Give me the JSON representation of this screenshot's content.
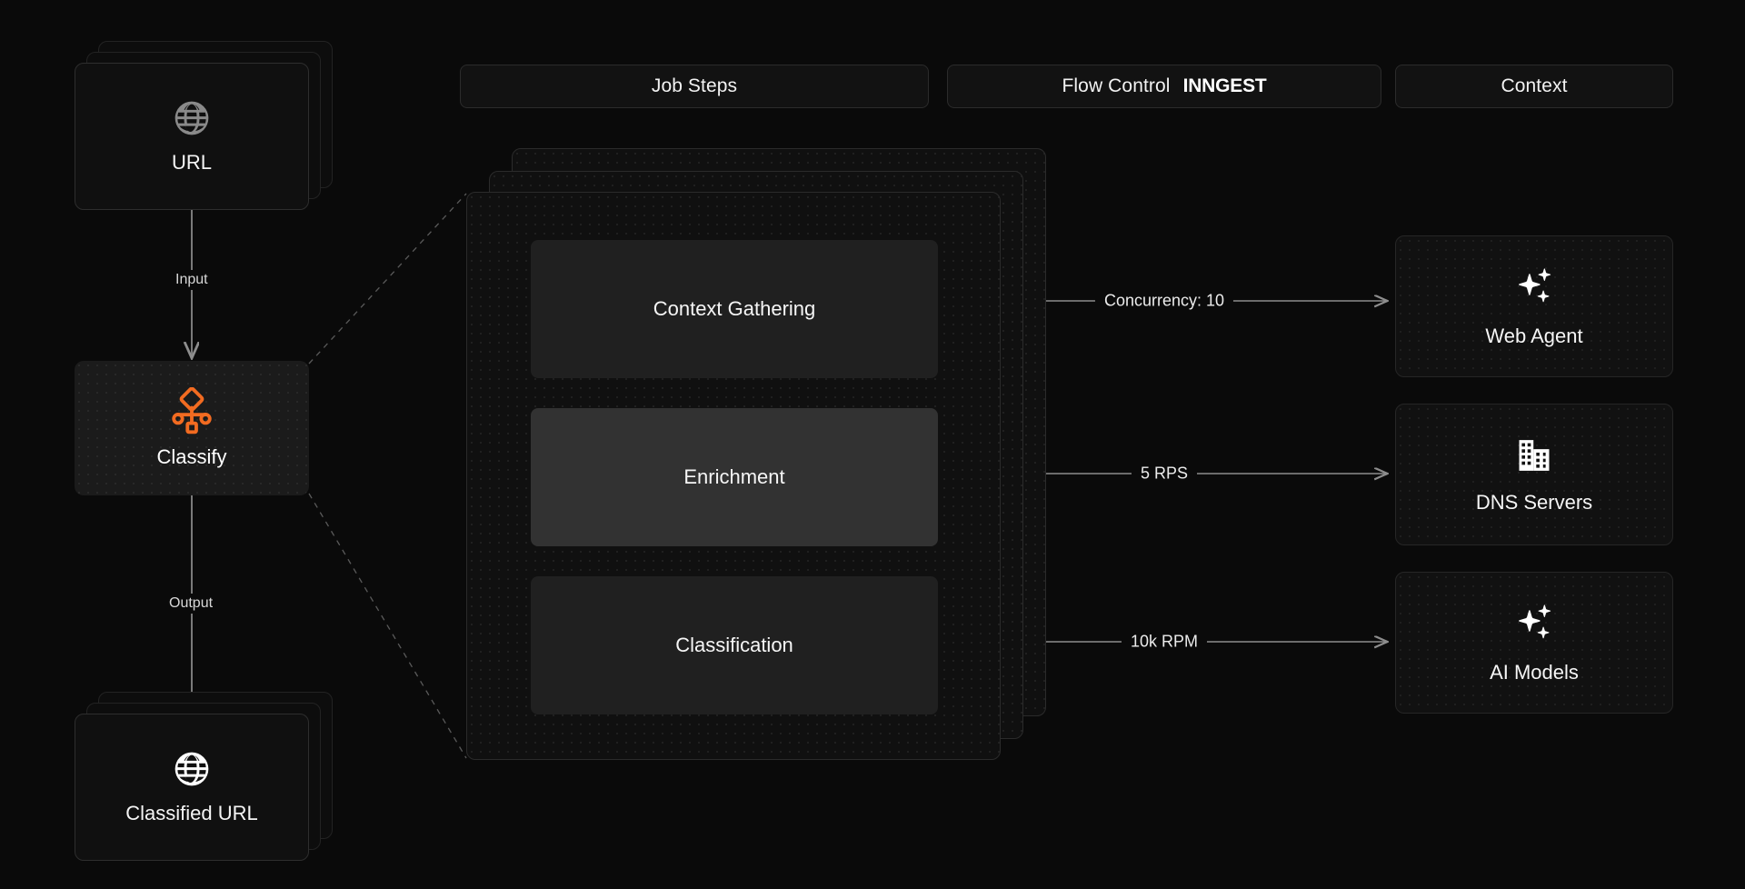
{
  "theme": {
    "background": "#0a0a0a",
    "card_bg": "#101010",
    "card_border": "#2b2b2b",
    "accent": "#f26b21",
    "text": "#f5f5f5",
    "muted_text": "#d8d8d8",
    "active_step_bg": "#323232"
  },
  "headers": {
    "job_steps": "Job Steps",
    "flow_control": "Flow Control",
    "brand": "INNGEST",
    "context": "Context"
  },
  "pipeline": {
    "input_node": {
      "label": "URL",
      "icon": "globe-icon"
    },
    "input_edge_label": "Input",
    "process_node": {
      "label": "Classify",
      "icon": "classify-workflow-icon"
    },
    "output_edge_label": "Output",
    "output_node": {
      "label": "Classified URL",
      "icon": "globe-icon"
    }
  },
  "job_steps": [
    {
      "label": "Context Gathering",
      "active": false
    },
    {
      "label": "Enrichment",
      "active": true
    },
    {
      "label": "Classification",
      "active": false
    }
  ],
  "flow_control": [
    {
      "label": "Concurrency: 10"
    },
    {
      "label": "5 RPS"
    },
    {
      "label": "10k RPM"
    }
  ],
  "context_resources": [
    {
      "label": "Web Agent",
      "icon": "sparkles-icon"
    },
    {
      "label": "DNS Servers",
      "icon": "building-icon"
    },
    {
      "label": "AI Models",
      "icon": "sparkles-icon"
    }
  ]
}
